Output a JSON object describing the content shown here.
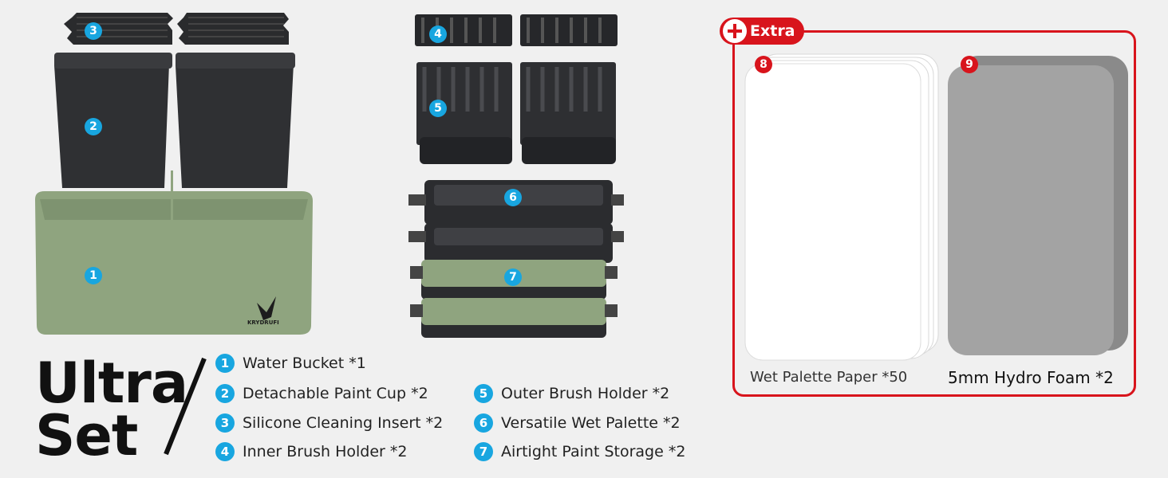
{
  "title": {
    "line1": "Ultra",
    "line2": "Set"
  },
  "badges": [
    "1",
    "2",
    "3",
    "4",
    "5",
    "6",
    "7",
    "8",
    "9"
  ],
  "legend": [
    {
      "num": "1",
      "label": "Water Bucket *1"
    },
    {
      "num": "2",
      "label": "Detachable Paint Cup *2"
    },
    {
      "num": "3",
      "label": "Silicone Cleaning Insert *2"
    },
    {
      "num": "4",
      "label": "Inner Brush Holder *2"
    },
    {
      "num": "5",
      "label": "Outer Brush Holder *2"
    },
    {
      "num": "6",
      "label": "Versatile Wet Palette *2"
    },
    {
      "num": "7",
      "label": "Airtight Paint Storage *2"
    }
  ],
  "extra": {
    "tag": "Extra",
    "paper_caption": "Wet Palette Paper *50",
    "foam_caption": "5mm Hydro Foam *2"
  },
  "brand": {
    "name": "KRYDRUFI"
  },
  "colors": {
    "accent": "#d8141c",
    "badge": "#18a6e0",
    "bucket": "#8fa47f",
    "plastic": "#2e2f31"
  }
}
